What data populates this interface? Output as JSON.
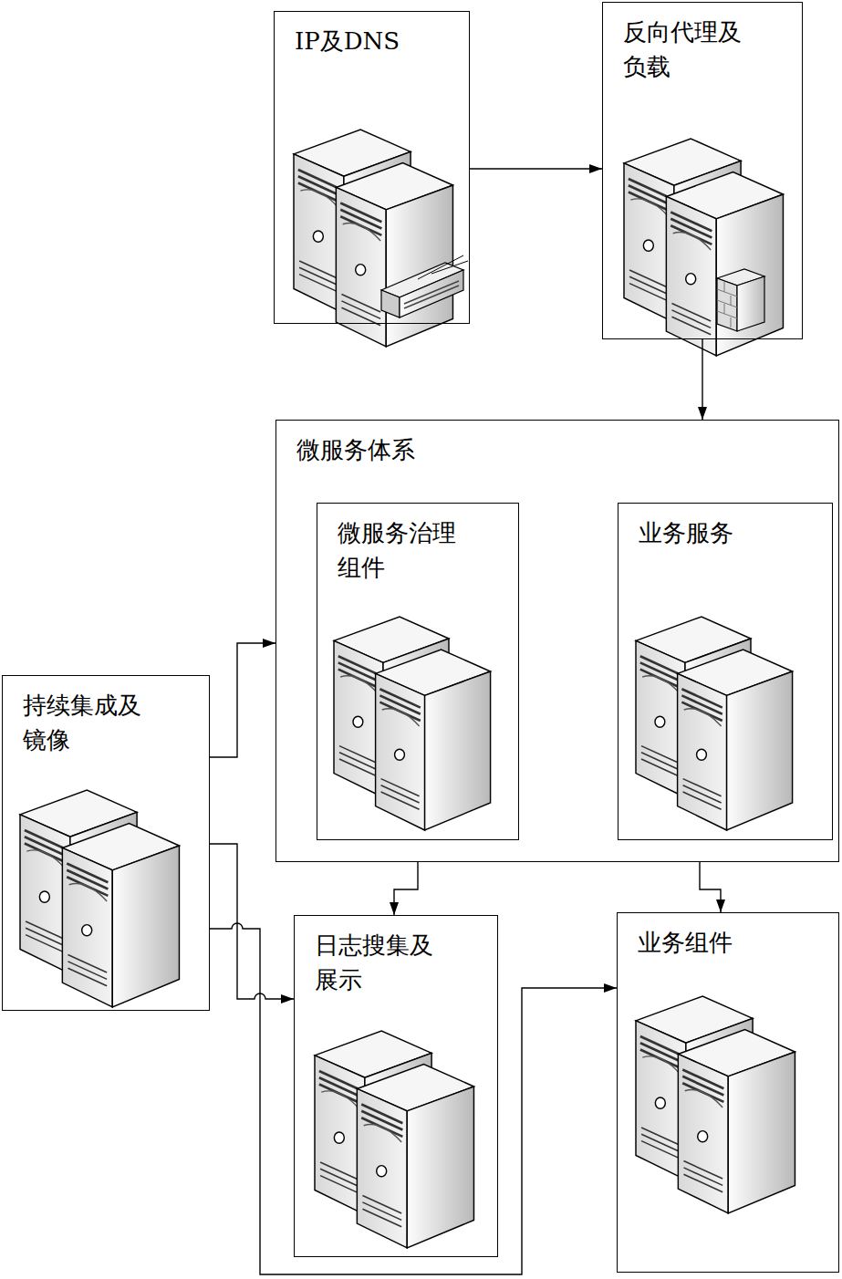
{
  "diagram": {
    "nodes": [
      {
        "text": [
          "IP及DNS"
        ]
      },
      {
        "text": [
          "反向代理及 负载"
        ]
      },
      {
        "text": [
          "微服务体系"
        ]
      },
      {
        "text": [
          "微服务治理 组件"
        ],
        "in": 2
      },
      {
        "text": [
          "业务服务"
        ],
        "in": 2
      },
      {
        "text": [
          "持续集成及 镜像"
        ]
      },
      {
        "text": [
          "日志搜集及 展示"
        ]
      },
      {
        "text": [
          "业务组件"
        ]
      }
    ],
    "edges": [
      {
        "from": 0,
        "to": 1,
        "arrow": "to"
      },
      {
        "from": 1,
        "to": 2,
        "arrow": "to"
      },
      {
        "from": 5,
        "to": 2,
        "arrow": "to"
      },
      {
        "from": 2,
        "to": 6,
        "arrow": "to"
      },
      {
        "from": 2,
        "to": 7,
        "arrow": "to"
      },
      {
        "from": 5,
        "to": 6,
        "arrow": "to"
      },
      {
        "from": 5,
        "to": 7,
        "arrow": "to"
      }
    ]
  }
}
